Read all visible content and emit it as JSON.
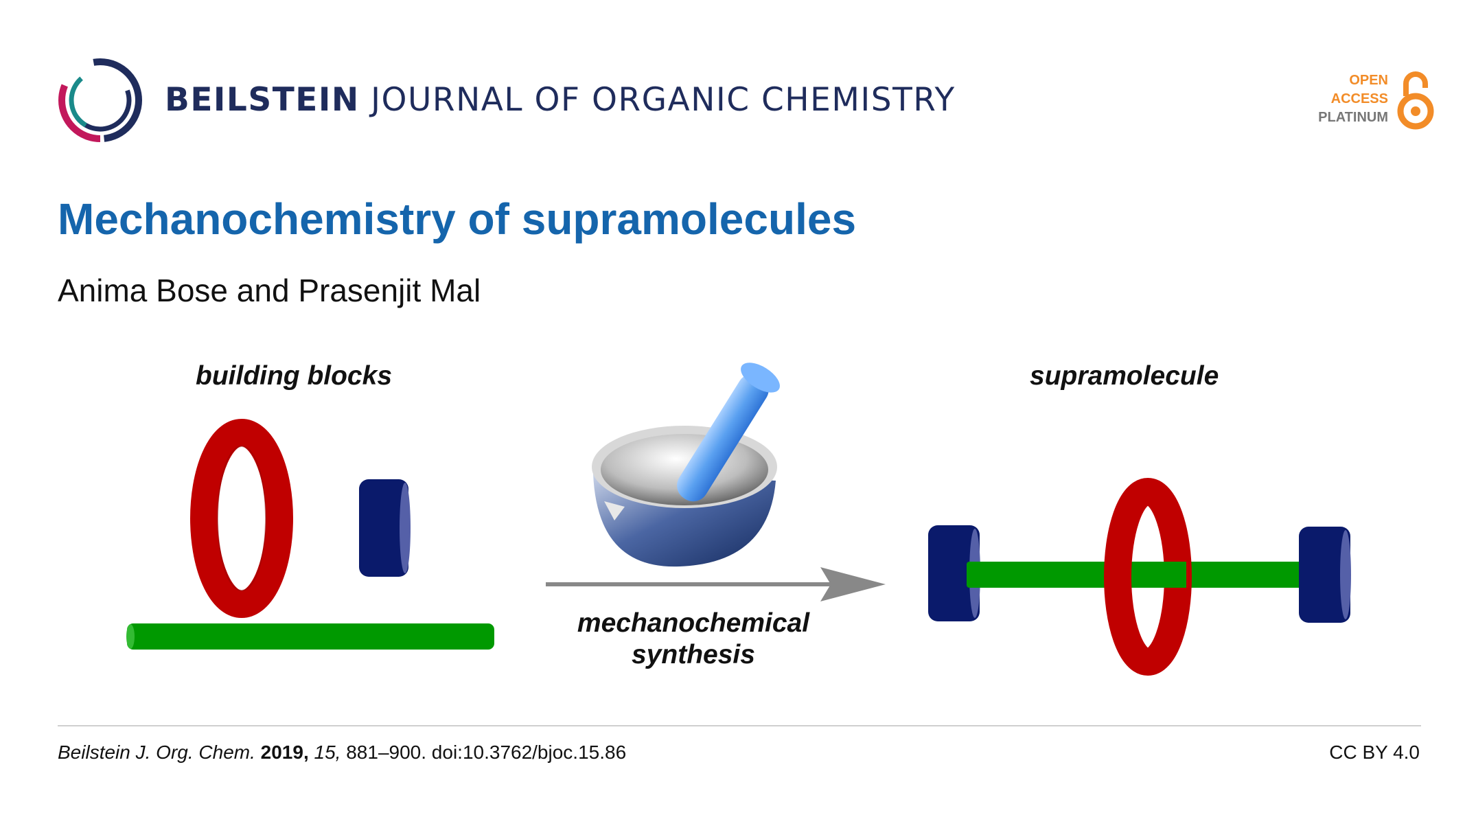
{
  "header": {
    "journal_bold": "BEILSTEIN",
    "journal_rest": "JOURNAL OF ORGANIC CHEMISTRY",
    "open_access": {
      "line1": "OPEN",
      "line2": "ACCESS",
      "line3": "PLATINUM",
      "icon": "open-lock-icon"
    },
    "colors": {
      "navy": "#1f2c5c",
      "orange": "#f28c28",
      "title_blue": "#1565ac"
    }
  },
  "article": {
    "title": "Mechanochemistry of supramolecules",
    "authors": "Anima Bose and Prasenjit Mal"
  },
  "figure": {
    "label_left": "building blocks",
    "label_right": "supramolecule",
    "arrow_label_line1": "mechanochemical",
    "arrow_label_line2": "synthesis",
    "colors": {
      "ring": "#c00000",
      "axle": "#009900",
      "stopper": "#0a1a6b",
      "pestle": "#5aa0f0",
      "mortar": "#1d3d7a"
    }
  },
  "footer": {
    "journal_abbrev": "Beilstein J. Org. Chem.",
    "year": "2019,",
    "volume": "15,",
    "pages_doi": "881–900. doi:10.3762/bjoc.15.86",
    "license": "CC BY 4.0"
  }
}
